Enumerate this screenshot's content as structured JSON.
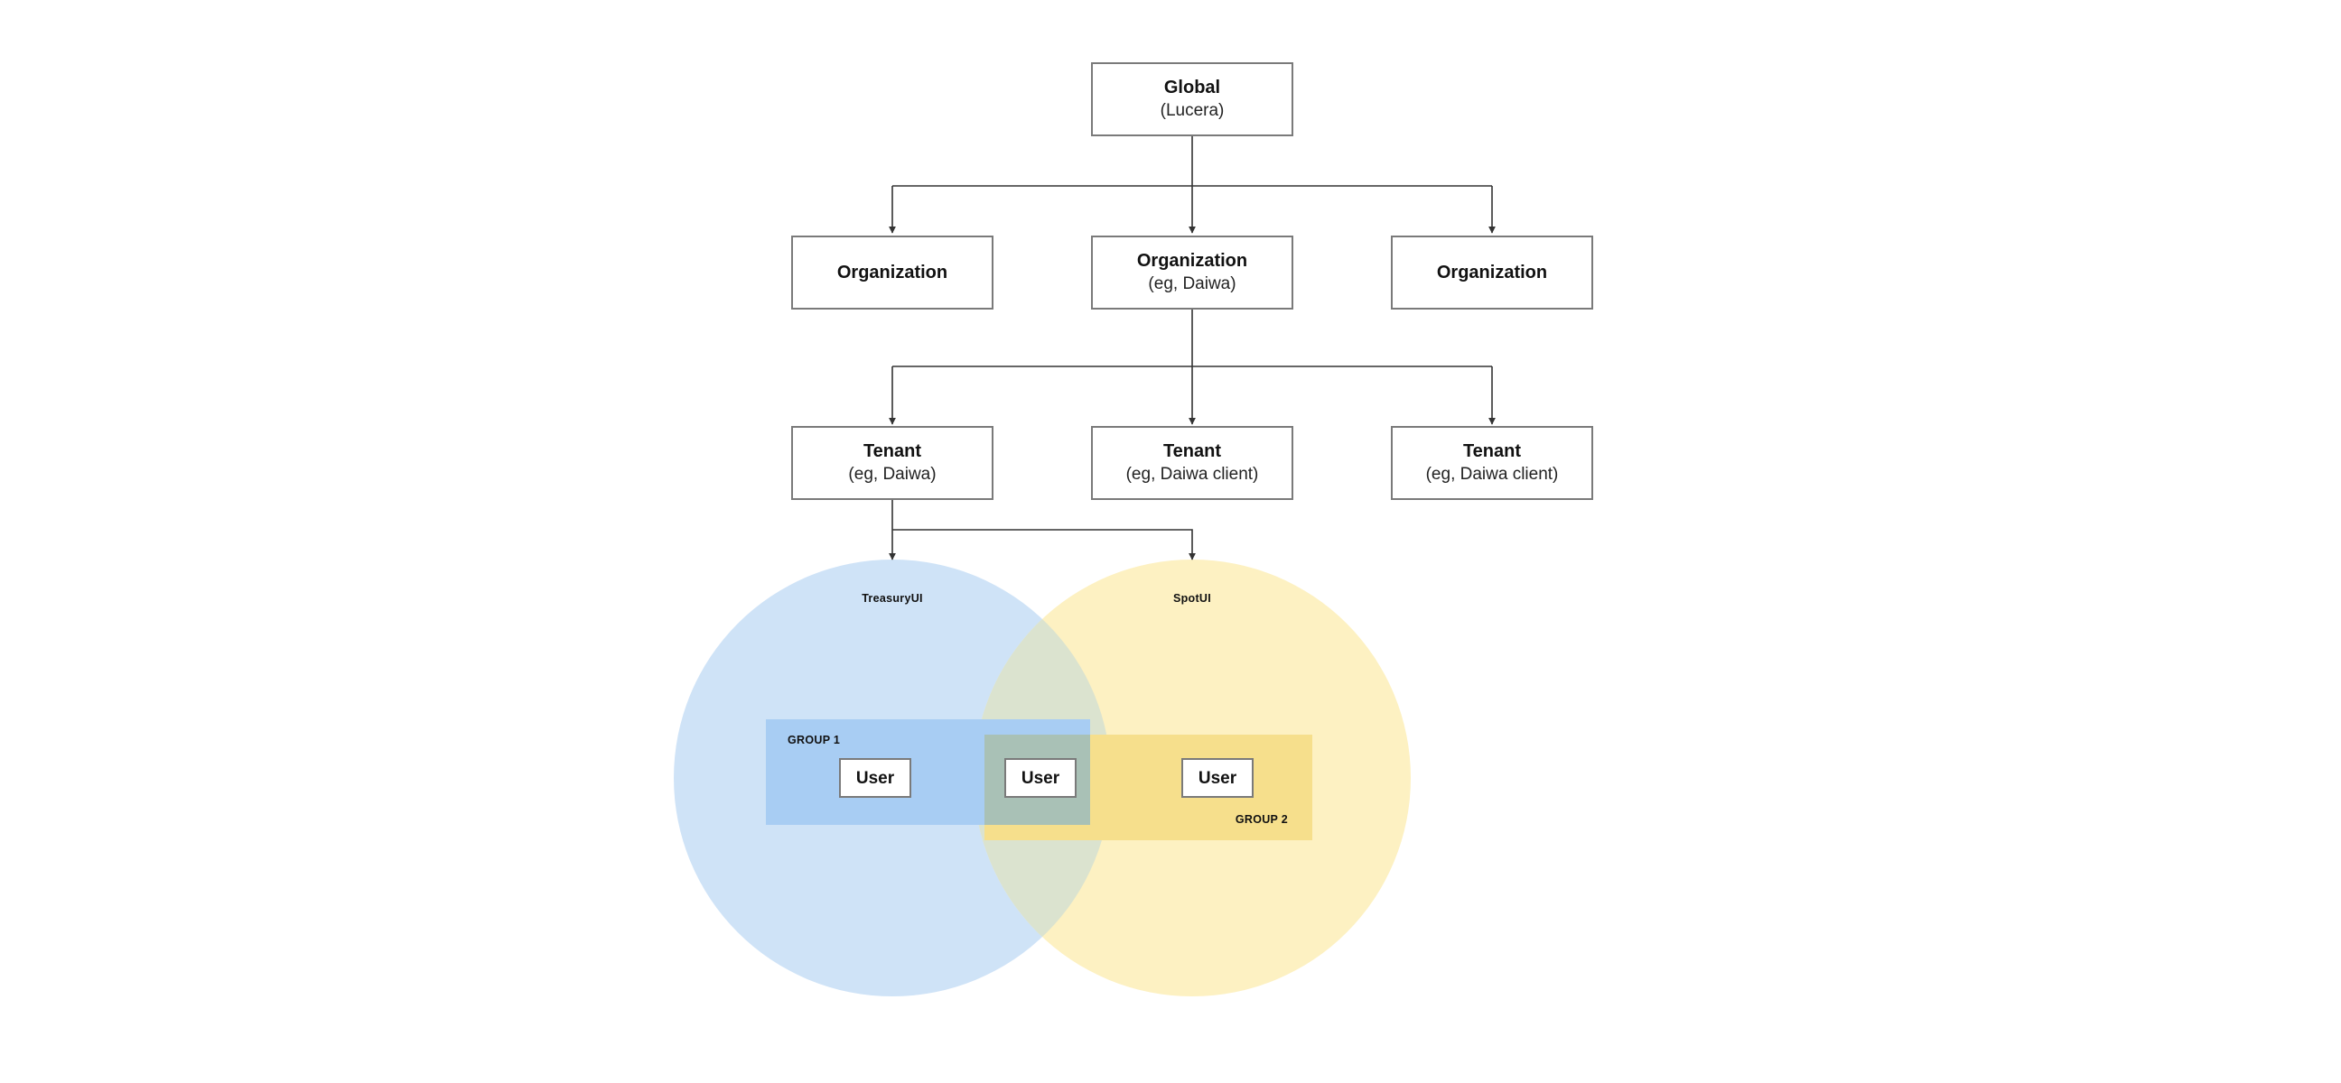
{
  "diagram": {
    "colors": {
      "treasury_circle": "#cfe3f7",
      "spot_circle": "#fdf1c2",
      "group1_fill": "#a8cdf3",
      "group2_fill": "#f6df8c",
      "overlap_fill": "#a9c1b6",
      "node_border": "#7a7a7a",
      "edge": "#333333"
    },
    "global": {
      "title": "Global",
      "subtitle": "(Lucera)"
    },
    "orgs": [
      {
        "title": "Organization",
        "subtitle": ""
      },
      {
        "title": "Organization",
        "subtitle": "(eg, Daiwa)"
      },
      {
        "title": "Organization",
        "subtitle": ""
      }
    ],
    "tenants": [
      {
        "title": "Tenant",
        "subtitle": "(eg, Daiwa)"
      },
      {
        "title": "Tenant",
        "subtitle": "(eg, Daiwa client)"
      },
      {
        "title": "Tenant",
        "subtitle": "(eg, Daiwa client)"
      }
    ],
    "apps": {
      "treasury": "TreasuryUI",
      "spot": "SpotUI"
    },
    "groups": {
      "group1": "GROUP 1",
      "group2": "GROUP 2"
    },
    "users": [
      "User",
      "User",
      "User"
    ]
  }
}
